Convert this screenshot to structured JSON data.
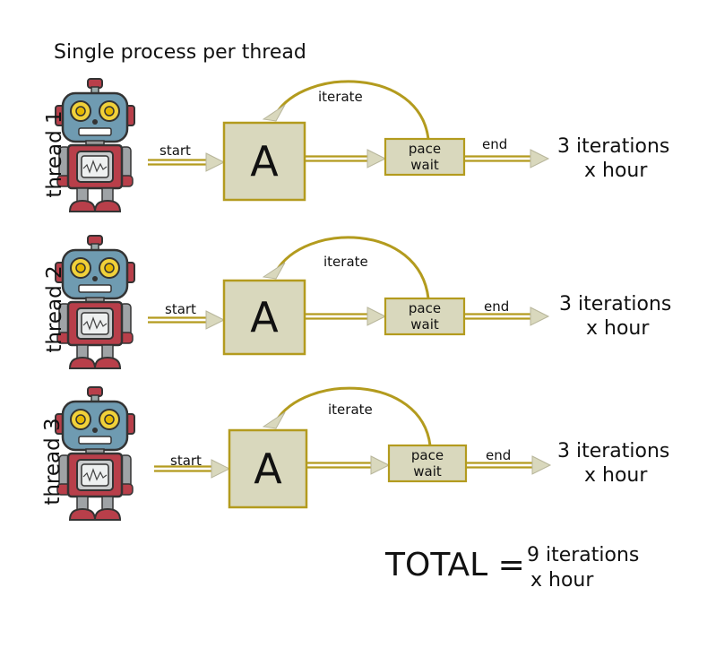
{
  "title": "Single process per thread",
  "threads": [
    {
      "label": "thread 1",
      "start": "start",
      "box": "A",
      "pace_line1": "pace",
      "pace_line2": "wait",
      "iterate": "iterate",
      "end": "end",
      "result_line1": "3 iterations",
      "result_line2": "x hour"
    },
    {
      "label": "thread 2",
      "start": "start",
      "box": "A",
      "pace_line1": "pace",
      "pace_line2": "wait",
      "iterate": "iterate",
      "end": "end",
      "result_line1": "3 iterations",
      "result_line2": "x hour"
    },
    {
      "label": "thread 3",
      "start": "start",
      "box": "A",
      "pace_line1": "pace",
      "pace_line2": "wait",
      "iterate": "iterate",
      "end": "end",
      "result_line1": "3 iterations",
      "result_line2": "x hour"
    }
  ],
  "total": {
    "label": "TOTAL =",
    "line1": "9 iterations",
    "line2": "x hour"
  },
  "colors": {
    "box_fill": "#d9d8bd",
    "box_stroke": "#b39b1e",
    "arrow": "#b39b1e",
    "arrowhead_fill": "#d9d8bd",
    "robot_head": "#6f9bb1",
    "robot_body": "#b83f4a",
    "robot_eye": "#f1d13a",
    "robot_outline": "#333333"
  },
  "icons": [
    "robot-icon"
  ]
}
